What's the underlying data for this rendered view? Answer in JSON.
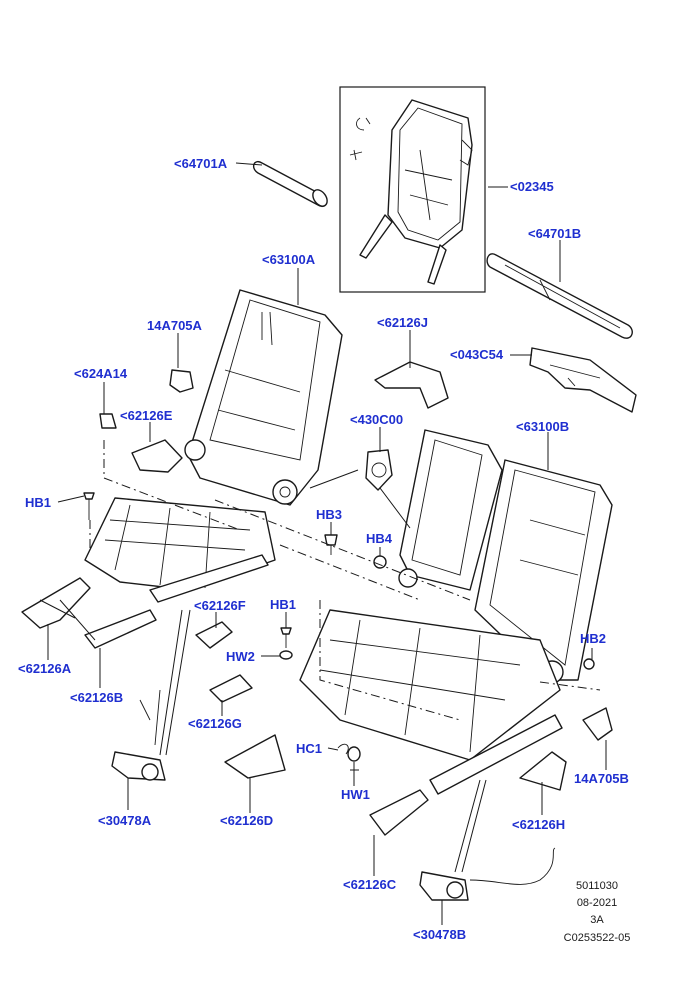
{
  "diagram": {
    "labels": {
      "p64701A": "<64701A",
      "p02345": "<02345",
      "p64701B": "<64701B",
      "p63100A": "<63100A",
      "p14A705A": "14A705A",
      "p62126J": "<62126J",
      "p043C54": "<043C54",
      "p624A14": "<624A14",
      "p62126E": "<62126E",
      "p430C00": "<430C00",
      "p63100B": "<63100B",
      "pHB1a": "HB1",
      "pHB3": "HB3",
      "pHB4": "HB4",
      "p62126F": "<62126F",
      "pHB1b": "HB1",
      "pHB2": "HB2",
      "pHW2": "HW2",
      "p62126A": "<62126A",
      "p62126B": "<62126B",
      "p62126G": "<62126G",
      "pHC1": "HC1",
      "pHW1": "HW1",
      "p14A705B": "14A705B",
      "p30478A": "<30478A",
      "p62126D": "<62126D",
      "p62126H": "<62126H",
      "p62126C": "<62126C",
      "p30478B": "<30478B"
    },
    "meta": {
      "code": "5011030",
      "date": "08-2021",
      "rev": "3A",
      "ref": "C0253522-05"
    },
    "label_color": "#1f2fd0"
  }
}
